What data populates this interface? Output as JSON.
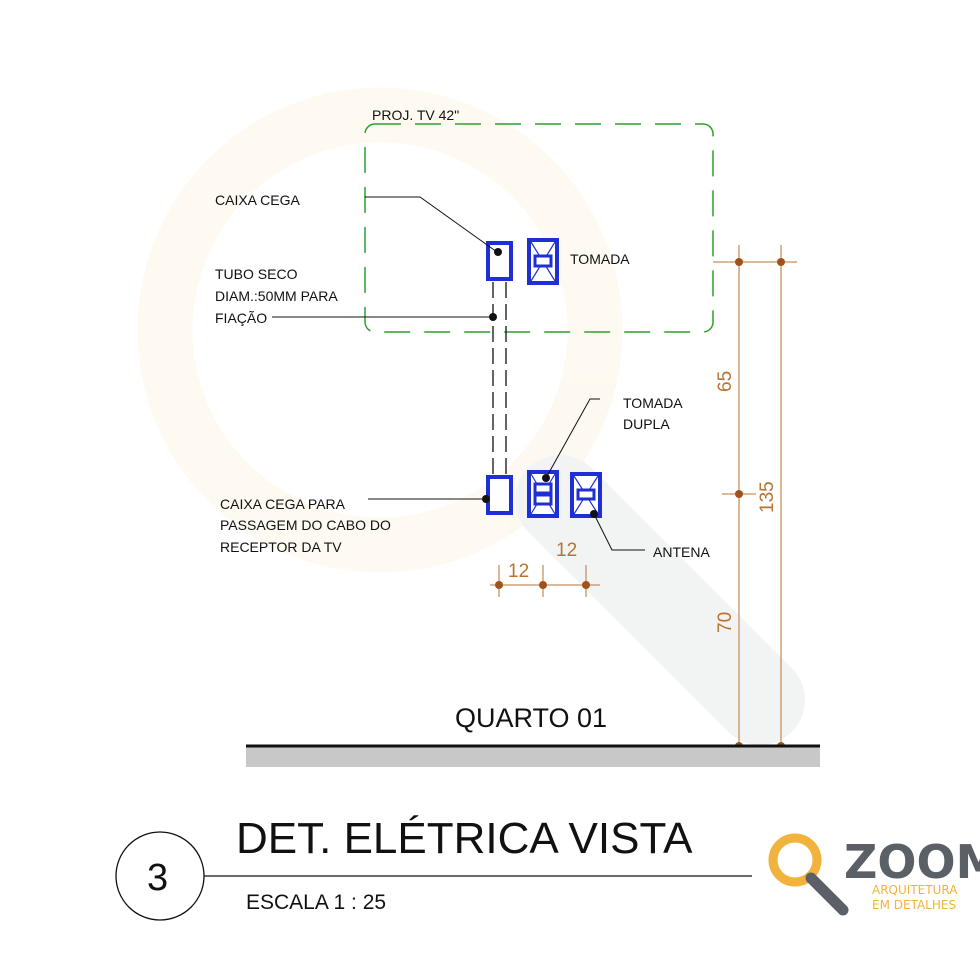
{
  "labels": {
    "tv_projection": "PROJ. TV 42\"",
    "caixa_cega": "CAIXA CEGA",
    "tomada": "TOMADA",
    "tubo_line1": "TUBO  SECO",
    "tubo_line2": "DIAM.:50MM PARA",
    "tubo_line3": "FIAÇÃO",
    "tomada_dupla_line1": "TOMADA",
    "tomada_dupla_line2": "DUPLA",
    "caixa_cega_para_line1": "CAIXA CEGA PARA",
    "caixa_cega_para_line2": "PASSAGEM DO CABO DO",
    "caixa_cega_para_line3": "RECEPTOR DA TV",
    "antena": "ANTENA",
    "room": "QUARTO 01"
  },
  "dimensions": {
    "spacing_left": "12",
    "spacing_right": "12",
    "height_upper": "65",
    "height_lower": "70",
    "height_total": "135"
  },
  "title_block": {
    "number": "3",
    "title": "DET. ELÉTRICA VISTA",
    "scale": "ESCALA  1 : 25"
  },
  "logo": {
    "name": "ZOOM",
    "tagline_line1": "ARQUITETURA",
    "tagline_line2": "EM DETALHES"
  },
  "colors": {
    "tv_outline": "#2ea02e",
    "device_blue": "#1f2fd6",
    "dimension": "#b87333",
    "dimension_dot": "#a0521a",
    "logo_orange": "#f2b33d",
    "logo_gray": "#5a6066"
  }
}
